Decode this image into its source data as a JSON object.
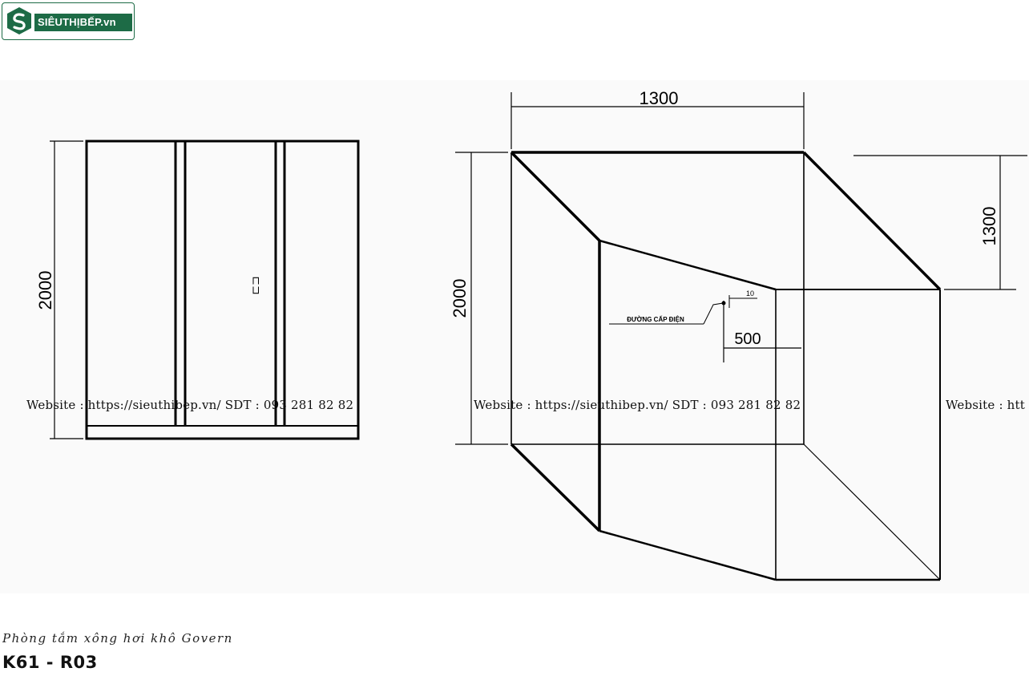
{
  "logo": {
    "brand_text": "SIÊUTHỊBẾP.vn"
  },
  "drawing": {
    "front_view": {
      "height_dim": "2000",
      "handle_glyph": "⊏⊐"
    },
    "shower_box": {
      "width_dim": "1300",
      "height_dim": "2000",
      "depth_dim": "1300",
      "cable_offset_dim": "500",
      "cable_label": "ĐƯỜNG CẤP ĐIỆN",
      "cable_size_dim": "10"
    }
  },
  "watermarks": [
    "Website : https://sieuthibep.vn/     SDT : 093 281 82 82",
    "Website : https://sieuthibep.vn/ SDT : 093 281 82 82",
    "Website : htt"
  ],
  "caption": {
    "subtitle": "Phòng tắm xông hơi khô Govern",
    "model": "K61 - R03"
  },
  "colors": {
    "brand_green": "#1d6b46",
    "line": "#000000"
  }
}
